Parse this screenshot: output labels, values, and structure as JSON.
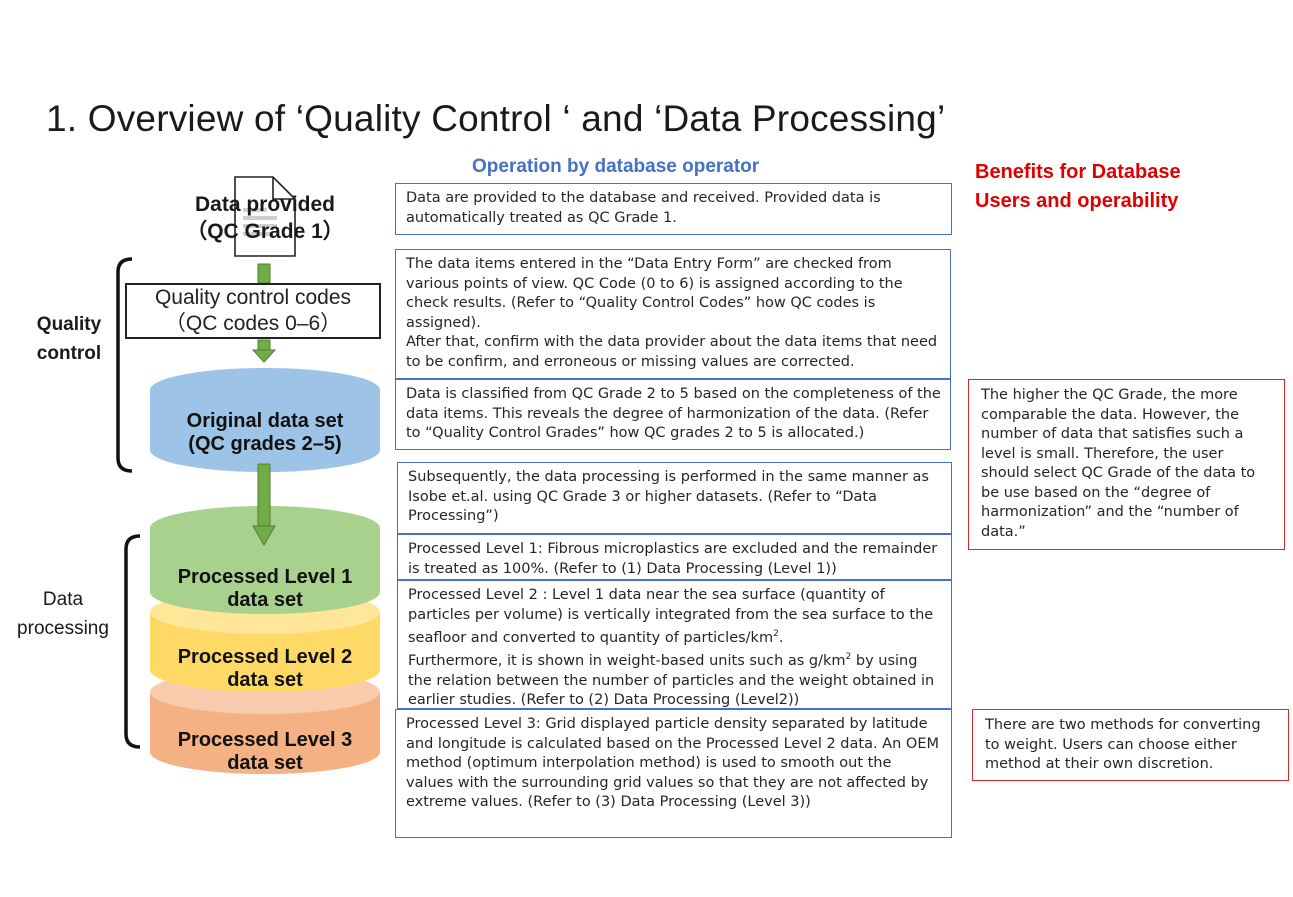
{
  "title": "1. Overview of ‘Quality Control ‘ and ‘Data Processing’",
  "operation_header": "Operation by database operator",
  "benefits_header": "Benefits for Database\nUsers and operability",
  "left_column": {
    "data_provided": "Data provided\n（QC Grade 1）",
    "qc_codes_box": "Quality control codes\n（QC codes 0–6）",
    "original_data_set": "Original data set\n(QC grades 2–5)",
    "processed_level_1": "Processed Level 1\ndata set",
    "processed_level_2": "Processed Level 2\ndata set",
    "processed_level_3": "Processed Level 3\ndata set",
    "bracket_quality_control": "Quality\ncontrol",
    "bracket_data_processing": "Data\nprocessing"
  },
  "operation_boxes": [
    "Data are provided to the database and received. Provided data is automatically treated as QC Grade 1.",
    "The data items entered in the “Data Entry Form” are checked from various points of view. QC Code (0 to 6) is assigned according to the check results. (Refer to “Quality Control Codes” how QC codes is assigned).\nAfter that, confirm with the data provider about the data items that need to be confirm, and erroneous or missing values are corrected.",
    "Data is classified from QC Grade 2 to 5 based on the completeness of the data items. This reveals the degree of harmonization of the data. (Refer to “Quality Control Grades” how QC grades 2 to 5 is allocated.)",
    "Subsequently, the data processing is performed in the same manner as Isobe et.al. using QC Grade 3 or higher datasets. (Refer to “Data Processing”)",
    "Processed Level 1: Fibrous microplastics are excluded and the remainder is treated as 100%. (Refer to (1) Data Processing (Level 1))",
    {
      "part1": "Processed Level 2 : Level 1 data near the sea surface (quantity of particles per volume) is vertically integrated from the sea surface to the seafloor and converted to quantity of particles/km",
      "sup1": "2",
      "part2": ".\nFurthermore, it is shown in weight-based units such as g/km",
      "sup2": "2",
      "part3": " by using the relation between the number of particles and the weight obtained in earlier studies. (Refer to (2) Data Processing (Level2))"
    },
    "Processed Level 3: Grid displayed particle density separated by latitude and longitude is calculated based on the Processed Level 2 data. An OEM method (optimum interpolation method) is used to smooth out the values with the surrounding grid values so that they are not affected by extreme values. (Refer to (3) Data Processing (Level 3))"
  ],
  "benefit_boxes": [
    "The higher the QC Grade, the more comparable the data. However, the number of data that satisfies such a level is small. Therefore, the user should select QC Grade of the data to be use based on the “degree of harmonization” and the “number of data.”",
    "There are two methods for converting to weight. Users can choose either method at their own discretion."
  ],
  "icons": [
    "document-icon",
    "arrow-down-icon"
  ],
  "colors": {
    "operation_header": "#4472c4",
    "benefits_header": "#e00000",
    "operation_box_border": "#4472c4",
    "benefit_box_border": "#d9272e",
    "original_data_set": "#9dc3e6",
    "processed_level_1": "#a9d18e",
    "processed_level_2": "#ffd966",
    "processed_level_3": "#f4b183",
    "arrow": "#70ad47"
  }
}
